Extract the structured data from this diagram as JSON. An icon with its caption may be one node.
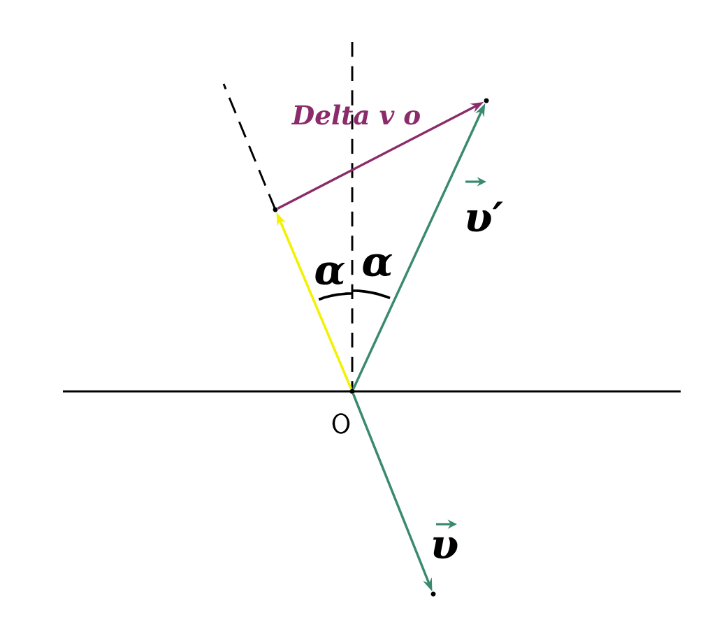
{
  "diagram": {
    "nodes": [
      {
        "text": [],
        "shape": "point",
        "beside": [
          "O"
        ]
      },
      {
        "text": [],
        "shape": "point"
      },
      {
        "text": [],
        "shape": "point"
      },
      {
        "text": [],
        "shape": "point"
      }
    ],
    "edges": [
      {
        "from": 0,
        "to": 1,
        "arrow": "to",
        "label": "υ′",
        "color": "#3a8a6e"
      },
      {
        "from": 0,
        "to": 2,
        "arrow": "to",
        "color": "#f2f200"
      },
      {
        "from": 0,
        "to": 3,
        "arrow": "to",
        "label": "υ",
        "color": "#3a8a6e"
      },
      {
        "from": 2,
        "to": 1,
        "arrow": "to",
        "label": "Delta v o",
        "color": "#8b2c6a"
      }
    ],
    "labels": [
      "α",
      "α"
    ]
  }
}
